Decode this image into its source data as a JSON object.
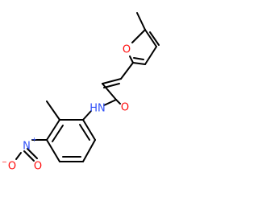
{
  "molecule": {
    "atoms": {
      "furan_oxygen": {
        "symbol": "O",
        "color": "#ff0d0d"
      },
      "amide_nh": {
        "symbol": "HN",
        "color": "#3050f8"
      },
      "carbonyl_oxygen": {
        "symbol": "O",
        "color": "#ff0d0d"
      },
      "nitro_nitrogen": {
        "symbol": "N",
        "charge": "+",
        "color": "#3050f8"
      },
      "nitro_oxygen_single": {
        "symbol": "O",
        "charge": "−",
        "color": "#ff0d0d"
      },
      "nitro_oxygen_double": {
        "symbol": "O",
        "color": "#ff0d0d"
      }
    },
    "bond_color": "#000000"
  }
}
